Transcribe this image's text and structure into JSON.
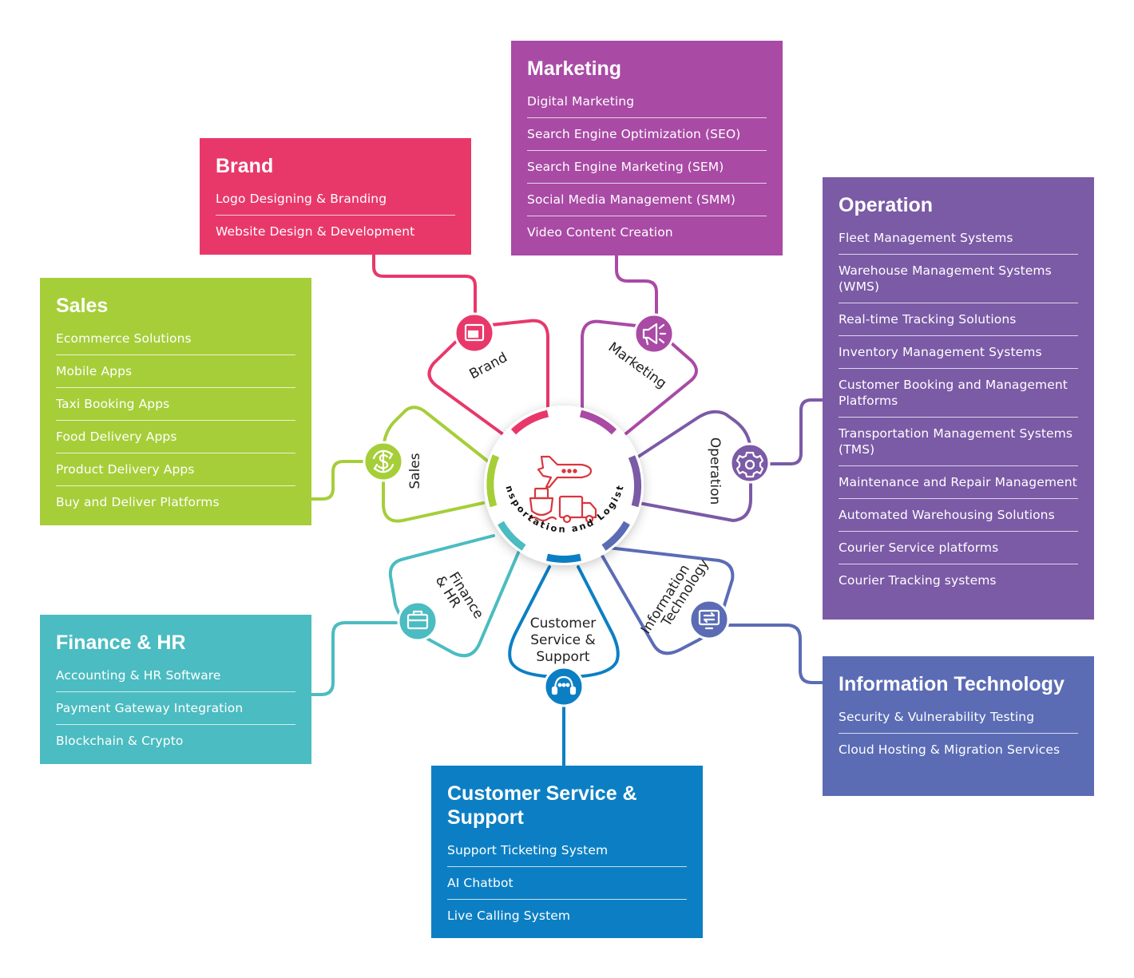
{
  "hub": {
    "label": "Transportation and Logistics"
  },
  "segments": {
    "brand": "Brand",
    "marketing": "Marketing",
    "operation": "Operation",
    "it_line1": "Information",
    "it_line2": "Technology",
    "cs_line1": "Customer",
    "cs_line2": "Service &",
    "cs_line3": "Support",
    "finance_line1": "Finance",
    "finance_line2": "& HR",
    "sales": "Sales"
  },
  "boxes": {
    "brand": {
      "title": "Brand",
      "items": [
        "Logo Designing & Branding",
        "Website Design & Development"
      ]
    },
    "marketing": {
      "title": "Marketing",
      "items": [
        "Digital Marketing",
        "Search Engine Optimization (SEO)",
        "Search Engine Marketing (SEM)",
        "Social Media Management (SMM)",
        "Video Content Creation"
      ]
    },
    "sales": {
      "title": "Sales",
      "items": [
        "Ecommerce Solutions",
        "Mobile Apps",
        "Taxi Booking Apps",
        "Food Delivery Apps",
        "Product Delivery Apps",
        "Buy and Deliver Platforms"
      ]
    },
    "operation": {
      "title": "Operation",
      "items": [
        "Fleet Management Systems",
        "Warehouse Management Systems (WMS)",
        "Real-time Tracking Solutions",
        "Inventory Management Systems",
        "Customer Booking and Management Platforms",
        "Transportation Management Systems (TMS)",
        "Maintenance and Repair Management",
        "Automated Warehousing Solutions",
        "Courier Service platforms",
        "Courier Tracking systems"
      ]
    },
    "finance": {
      "title": "Finance & HR",
      "items": [
        "Accounting & HR Software",
        "Payment Gateway Integration",
        "Blockchain & Crypto"
      ]
    },
    "it": {
      "title": "Information Technology",
      "items": [
        "Security & Vulnerability Testing",
        "Cloud Hosting & Migration Services"
      ]
    },
    "cs": {
      "title": "Customer Service & Support",
      "items": [
        "Support Ticketing System",
        "AI Chatbot",
        "Live Calling System"
      ]
    }
  },
  "colors": {
    "brand": "#e8386a",
    "marketing": "#a94aa5",
    "sales": "#a6ce39",
    "operation": "#7b5aa6",
    "finance": "#4bbcc1",
    "it": "#5b6cb5",
    "cs": "#0c7fc4",
    "hub_icon": "#d9363e"
  },
  "icons": {
    "brand": "browser-window-icon",
    "marketing": "megaphone-icon",
    "sales": "dollar-refresh-icon",
    "operation": "gear-settings-icon",
    "finance": "briefcase-icon",
    "it": "monitor-transfer-icon",
    "cs": "headset-support-icon",
    "hub": [
      "airplane-icon",
      "ship-icon",
      "truck-icon"
    ]
  }
}
